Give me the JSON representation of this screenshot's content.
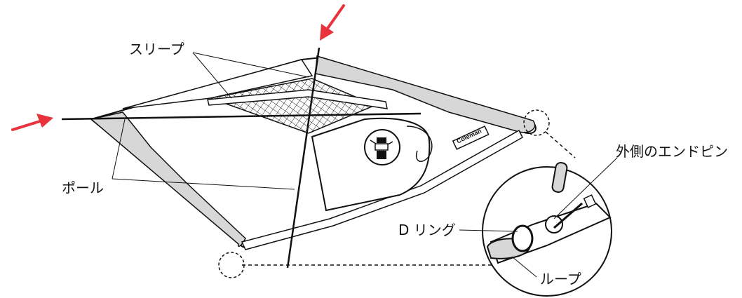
{
  "labels": {
    "sleeve": "スリープ",
    "pole": "ポール",
    "outer_end_pin": "外側のエンドピン",
    "d_ring": "D リング",
    "loop": "ループ"
  },
  "brand": {
    "text": "Coleman"
  },
  "colors": {
    "arrow": "#e8323c",
    "band": "#d7d7d7",
    "line": "#111111"
  },
  "icons": {
    "insertion_arrow": "red-arrow-icon",
    "lantern_logo": "lantern-logo-icon"
  }
}
